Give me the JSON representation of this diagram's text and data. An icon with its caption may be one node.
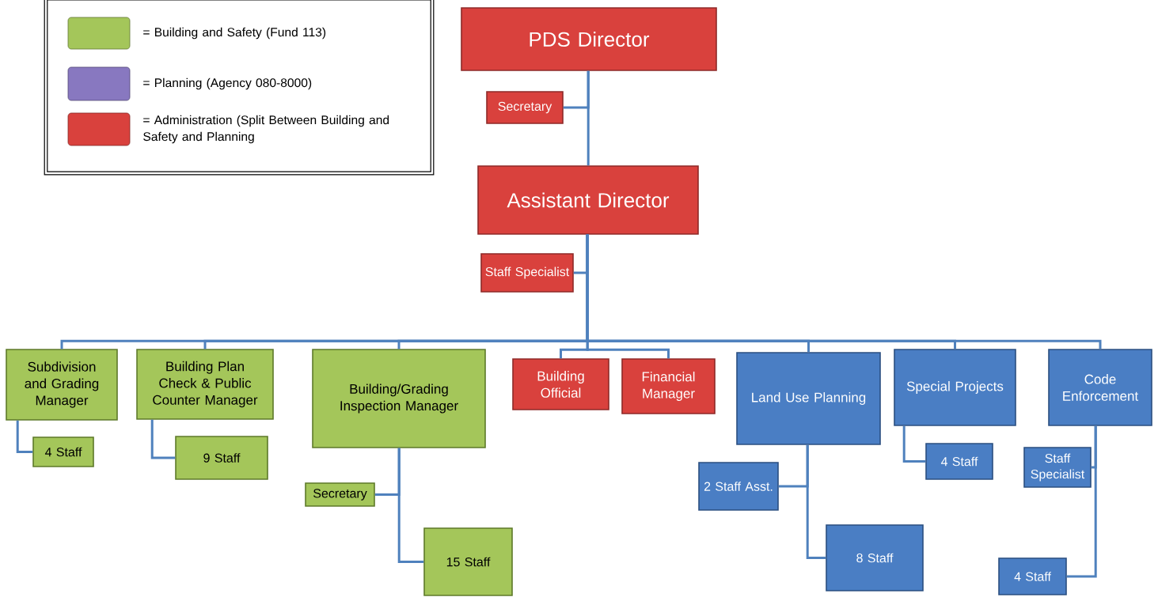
{
  "diagram": {
    "nodes": [
      {
        "text": [
          "PDS Director"
        ]
      },
      {
        "text": [
          "Secretary"
        ]
      },
      {
        "text": [
          "Assistant Director"
        ]
      },
      {
        "text": [
          "Staff Specialist"
        ]
      },
      {
        "text": [
          "Subdivision and Grading Manager"
        ]
      },
      {
        "text": [
          "Building Plan Check & Public Counter Manager"
        ]
      },
      {
        "text": [
          "Building/Grading Inspection Manager"
        ]
      },
      {
        "text": [
          "Building Official"
        ]
      },
      {
        "text": [
          "Financial Manager"
        ]
      },
      {
        "text": [
          "Land Use Planning"
        ]
      },
      {
        "text": [
          "Special Projects"
        ]
      },
      {
        "text": [
          "Code Enforcement"
        ]
      },
      {
        "text": [
          "4 Staff"
        ]
      },
      {
        "text": [
          "9 Staff"
        ]
      },
      {
        "text": [
          "Secretary"
        ]
      },
      {
        "text": [
          "15 Staff"
        ]
      },
      {
        "text": [
          "2 Staff Asst."
        ]
      },
      {
        "text": [
          "8 Staff"
        ]
      },
      {
        "text": [
          "4 Staff"
        ]
      },
      {
        "text": [
          "Staff Specialist"
        ]
      },
      {
        "text": [
          "4 Staff"
        ]
      }
    ],
    "edges": [
      {
        "from": 0,
        "to": 1,
        "arrow": "none"
      },
      {
        "from": 0,
        "to": 2,
        "arrow": "none"
      },
      {
        "from": 2,
        "to": 3,
        "arrow": "none"
      },
      {
        "from": 2,
        "to": 4,
        "arrow": "none"
      },
      {
        "from": 2,
        "to": 5,
        "arrow": "none"
      },
      {
        "from": 2,
        "to": 6,
        "arrow": "none"
      },
      {
        "from": 2,
        "to": 7,
        "arrow": "none"
      },
      {
        "from": 2,
        "to": 8,
        "arrow": "none"
      },
      {
        "from": 2,
        "to": 9,
        "arrow": "none"
      },
      {
        "from": 2,
        "to": 10,
        "arrow": "none"
      },
      {
        "from": 2,
        "to": 11,
        "arrow": "none"
      },
      {
        "from": 4,
        "to": 12,
        "arrow": "none"
      },
      {
        "from": 5,
        "to": 13,
        "arrow": "none"
      },
      {
        "from": 6,
        "to": 14,
        "arrow": "none"
      },
      {
        "from": 6,
        "to": 15,
        "arrow": "none"
      },
      {
        "from": 9,
        "to": 16,
        "arrow": "none"
      },
      {
        "from": 9,
        "to": 17,
        "arrow": "none"
      },
      {
        "from": 10,
        "to": 18,
        "arrow": "none"
      },
      {
        "from": 11,
        "to": 19,
        "arrow": "none"
      },
      {
        "from": 11,
        "to": 20,
        "arrow": "none"
      }
    ],
    "legend": [
      {
        "text": "= Building and Safety (Fund 113)",
        "color": "#a4c65a"
      },
      {
        "text": "= Planning (Agency 080-8000)",
        "color": "#8878c0"
      },
      {
        "text": "= Administration (Split Between Building and Safety and Planning",
        "color": "#d9413d"
      }
    ]
  }
}
